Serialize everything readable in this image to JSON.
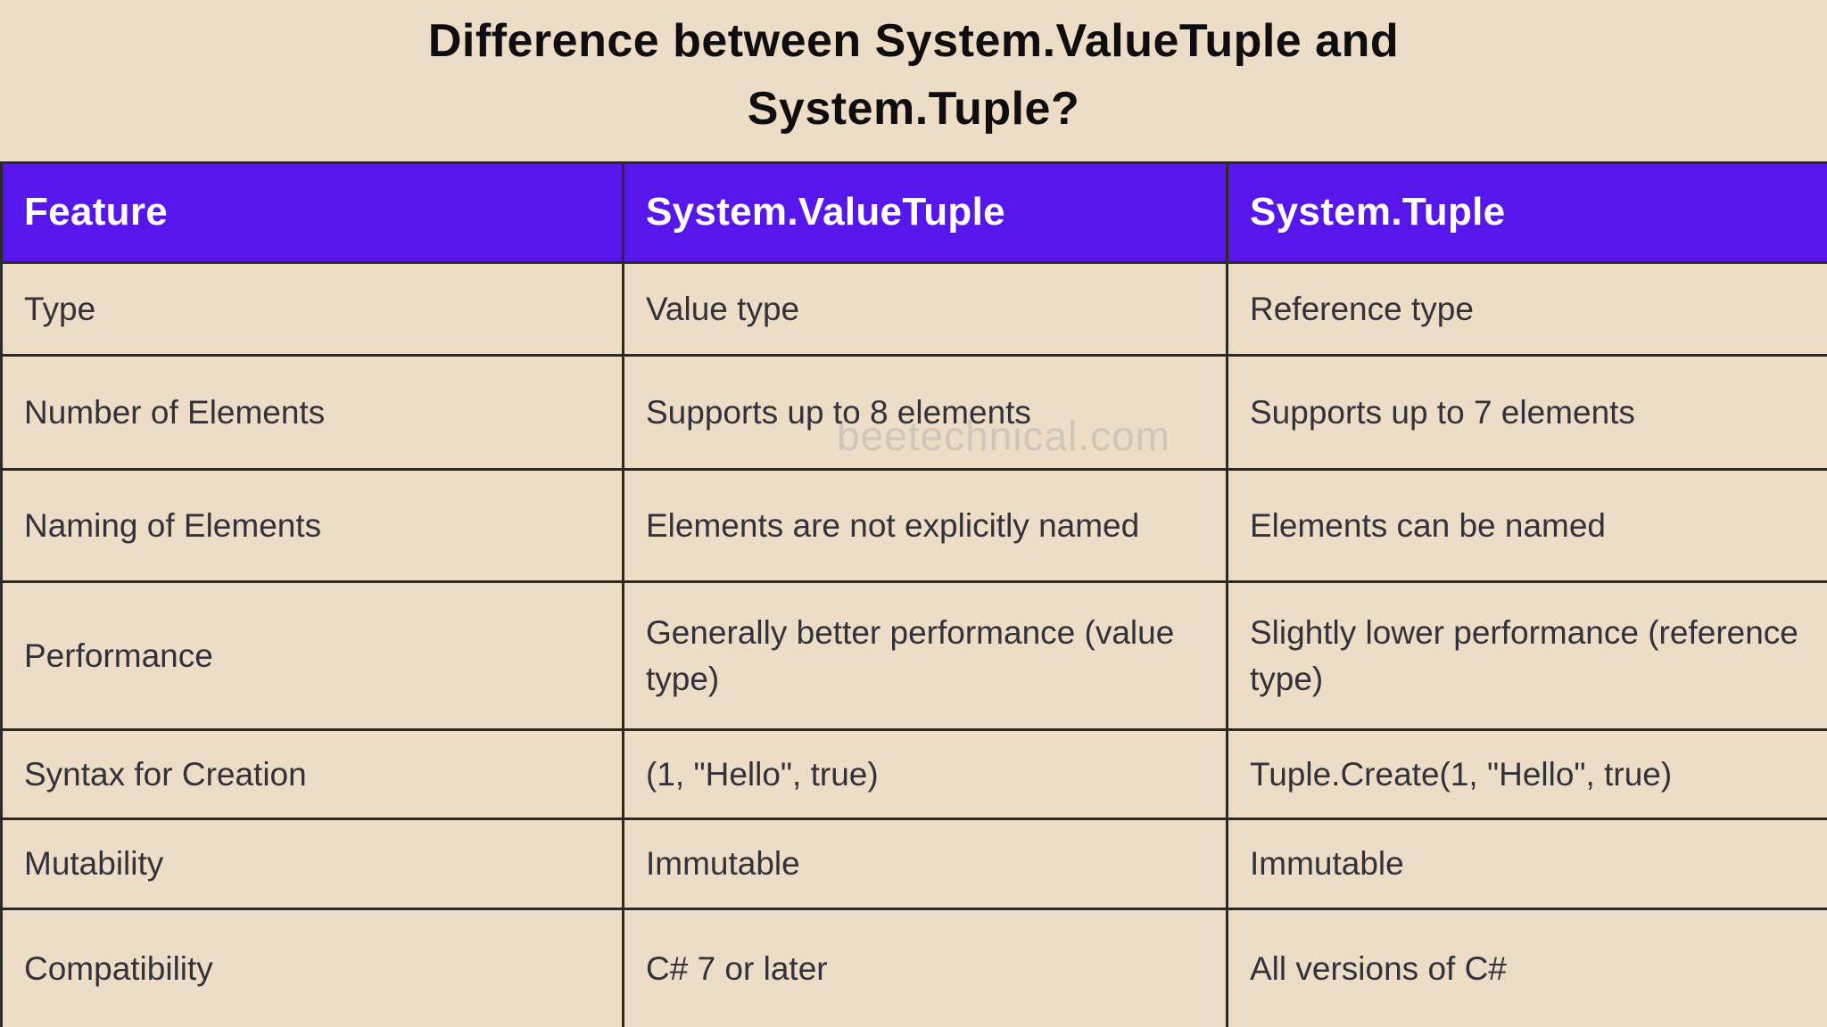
{
  "title": "Difference between System.ValueTuple and System.Tuple?",
  "watermark": "beetechnical.com",
  "colors": {
    "background": "#EDDCC6",
    "header_background": "#5716EC",
    "header_text": "#FFFFFF",
    "border": "#2B2A26",
    "body_text": "#31323B",
    "title_text": "#0E0E10",
    "watermark_text": "#CFC6BA"
  },
  "table": {
    "columns": [
      "Feature",
      "System.ValueTuple",
      "System.Tuple"
    ],
    "rows": [
      {
        "feature": "Type",
        "value_tuple": "Value type",
        "tuple": "Reference type"
      },
      {
        "feature": "Number of Elements",
        "value_tuple": "Supports up to 8 elements",
        "tuple": "Supports up to 7 elements"
      },
      {
        "feature": "Naming of Elements",
        "value_tuple": "Elements are not explicitly named",
        "tuple": "Elements can be named"
      },
      {
        "feature": "Performance",
        "value_tuple": "Generally better performance (value type)",
        "tuple": "Slightly lower performance (reference type)"
      },
      {
        "feature": "Syntax for Creation",
        "value_tuple": "(1, \"Hello\", true)",
        "tuple": "Tuple.Create(1, \"Hello\", true)"
      },
      {
        "feature": "Mutability",
        "value_tuple": "Immutable",
        "tuple": "Immutable"
      },
      {
        "feature": "Compatibility",
        "value_tuple": "C# 7 or later",
        "tuple": "All versions of C#"
      }
    ]
  }
}
